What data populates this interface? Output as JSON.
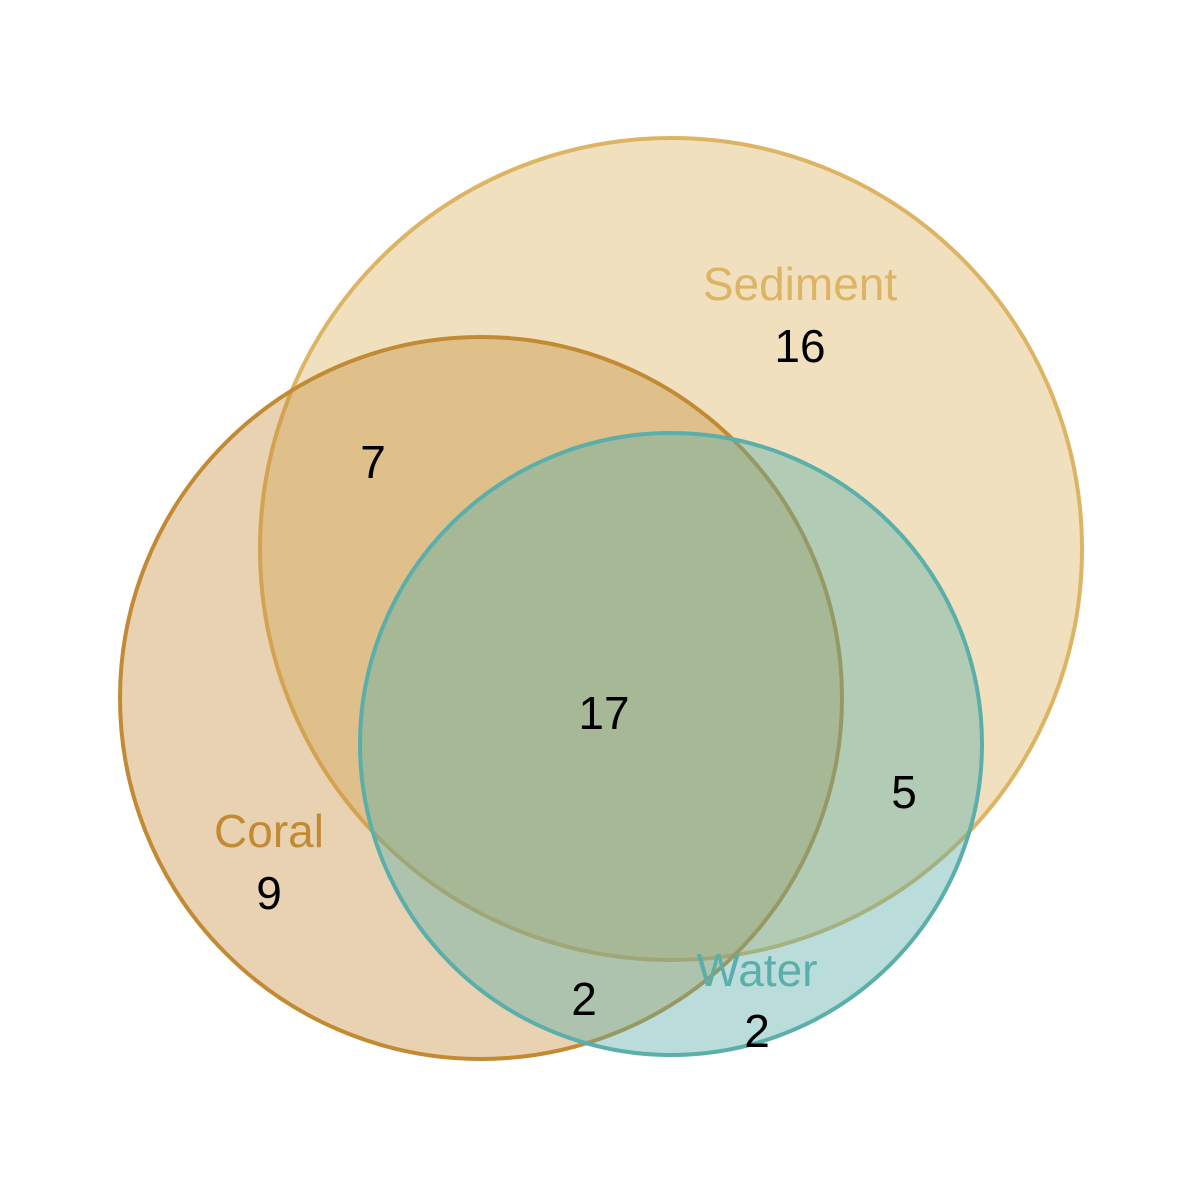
{
  "sets": [
    {
      "key": "coral",
      "name": "Coral",
      "color": "#C38A34"
    },
    {
      "key": "sediment",
      "name": "Sediment",
      "color": "#DDB463"
    },
    {
      "key": "water",
      "name": "Water",
      "color": "#5AAFAA"
    }
  ],
  "counts": {
    "sediment_only": "16",
    "coral_only": "9",
    "water_only": "2",
    "coral_sediment": "7",
    "sediment_water": "5",
    "coral_water": "2",
    "all_three": "17"
  }
}
